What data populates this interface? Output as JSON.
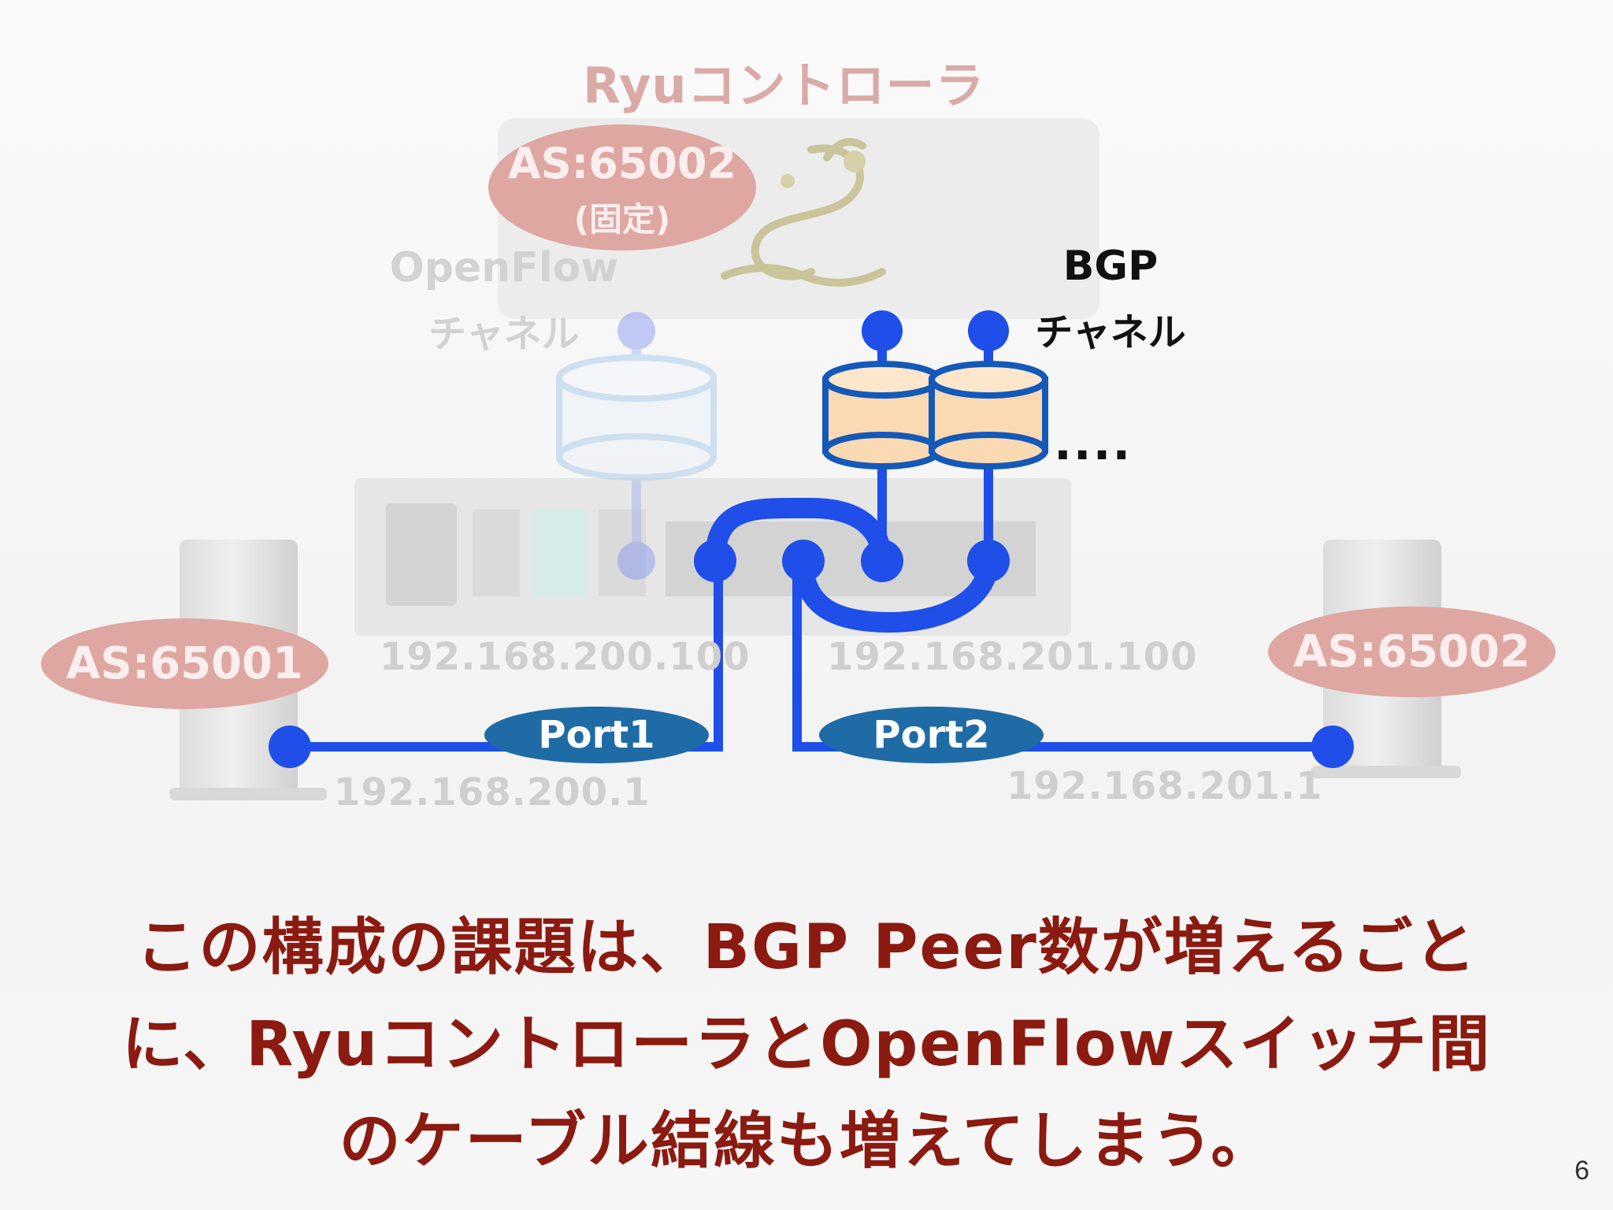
{
  "slide": {
    "controller_title": "Ryuコントローラ",
    "controller_as": "AS:65002",
    "controller_as_note": "(固定)",
    "openflow_line1": "OpenFlow",
    "openflow_line2": "チャネル",
    "bgp_line1": "BGP",
    "bgp_line2": "チャネル",
    "ellipsis": "....",
    "left_as": "AS:65001",
    "right_as": "AS:65002",
    "ip_port1_switch": "192.168.200.100",
    "ip_port2_switch": "192.168.201.100",
    "ip_left_router": "192.168.200.1",
    "ip_right_router": "192.168.201.1",
    "port1_label": "Port1",
    "port2_label": "Port2",
    "caption_line1": "この構成の課題は、BGP Peer数が増えるごと",
    "caption_line2": "に、RyuコントローラとOpenFlowスイッチ間",
    "caption_line3": "のケーブル結線も増えてしまう。",
    "page_number": "6"
  },
  "colors": {
    "wire": "#1f4fe8",
    "port_badge": "#1e6ba6",
    "caption": "#8b1a10",
    "as_bubble": "#dea7a2",
    "bgp_cylinder_fill": "#fbd9b2"
  },
  "icons": [
    "dragon-logo-icon",
    "router-icon",
    "switch-icon"
  ]
}
